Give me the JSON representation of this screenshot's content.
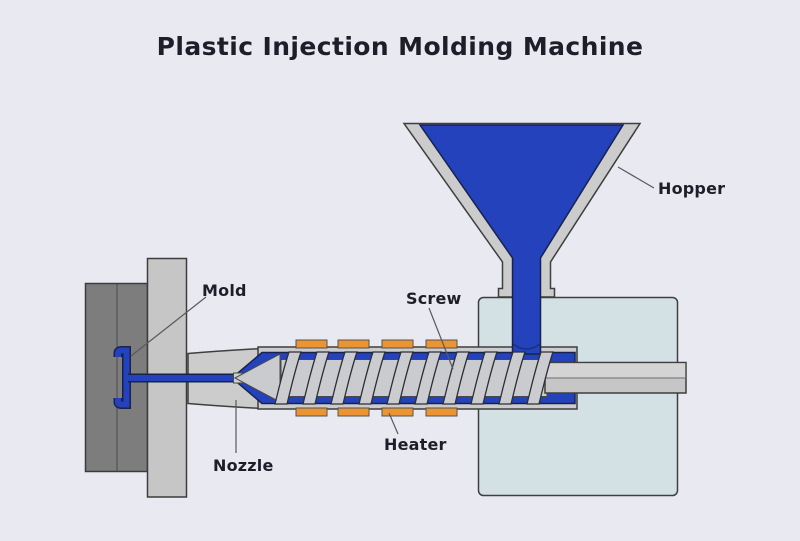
{
  "title": "Plastic Injection Molding Machine",
  "labels": {
    "hopper": "Hopper",
    "mold": "Mold",
    "screw": "Screw",
    "nozzle": "Nozzle",
    "heater": "Heater"
  },
  "colors": {
    "background": "#e9e9f1",
    "ink": "#1e1e2a",
    "plastic_blue": "#2342bb",
    "plastic_outline": "#17224f",
    "metal_gray": "#cccccc",
    "screw_metal": "#caccd0",
    "core_metal": "#c9cbce",
    "shaft_metal": "#c6c6c6",
    "shaft_highlight": "#d4d4d4",
    "platen_gray": "#c6c6c6",
    "dark_plate": "#7d7d7d",
    "machine_body": "#d3e0e4",
    "heater_orange": "#eb9434",
    "orifice_gray": "#cfcfcf"
  }
}
